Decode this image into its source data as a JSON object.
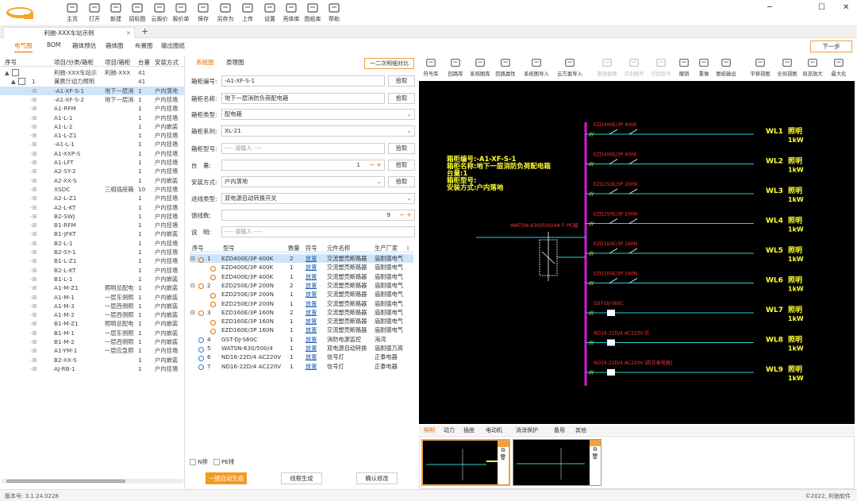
{
  "toolbar": {
    "items": [
      {
        "label": "主页",
        "icon": "home-icon"
      },
      {
        "label": "打开",
        "icon": "folder-open-icon"
      },
      {
        "label": "新建",
        "icon": "new-file-icon"
      },
      {
        "label": "招标图",
        "icon": "bid-drawing-icon"
      },
      {
        "label": "云报价",
        "icon": "cloud-quote-icon"
      },
      {
        "label": "报价单",
        "icon": "quote-sheet-icon"
      },
      {
        "label": "保存",
        "icon": "save-icon"
      },
      {
        "label": "另存为",
        "icon": "save-as-icon"
      },
      {
        "label": "上传",
        "icon": "upload-icon"
      },
      {
        "label": "设置",
        "icon": "gear-icon"
      },
      {
        "label": "壳体库",
        "icon": "shell-library-icon"
      },
      {
        "label": "图纸库",
        "icon": "drawing-library-icon"
      },
      {
        "label": "帮助",
        "icon": "help-icon"
      }
    ]
  },
  "tabs": {
    "doc": "利驰-XXX车站示例",
    "close": "×",
    "add": "+"
  },
  "subtabs": [
    "电气图",
    "BOM",
    "箱体预估",
    "箱体图",
    "布置图",
    "输出图纸"
  ],
  "next_button": "下一步",
  "tree": {
    "headers": [
      "序号",
      "项目/分类/箱柜",
      "项目/箱柜",
      "台量",
      "安装方式"
    ],
    "rows": [
      {
        "glyph": "▲",
        "name": "",
        "desc": "利驰-XXX车站示",
        "desc2": "利驰-XXX",
        "qty": "41",
        "mode": ""
      },
      {
        "glyph": "▲",
        "name": "1",
        "desc": "兼票厅动力照明",
        "desc2": "",
        "qty": "41",
        "mode": ""
      },
      {
        "glyph": "",
        "name": "-A1-XF-S-1",
        "desc": "",
        "desc2": "地下一层消",
        "qty": "1",
        "mode": "户内落地"
      },
      {
        "glyph": "",
        "name": "-A1-XF-S-2",
        "desc": "",
        "desc2": "地下一层消",
        "qty": "1",
        "mode": "户内挂墙"
      },
      {
        "glyph": "",
        "name": "A1-RFM",
        "desc": "",
        "desc2": "",
        "qty": "1",
        "mode": "户内挂墙"
      },
      {
        "glyph": "",
        "name": "A1-L-1",
        "desc": "",
        "desc2": "",
        "qty": "1",
        "mode": "户内挂墙"
      },
      {
        "glyph": "",
        "name": "A1-L-2",
        "desc": "",
        "desc2": "",
        "qty": "1",
        "mode": "户内嵌装"
      },
      {
        "glyph": "",
        "name": "A1-L-Z1",
        "desc": "",
        "desc2": "",
        "qty": "1",
        "mode": "户内挂墙"
      },
      {
        "glyph": "",
        "name": "-A1-L-1",
        "desc": "",
        "desc2": "",
        "qty": "1",
        "mode": "户内挂墙"
      },
      {
        "glyph": "",
        "name": "A1-XXP-S",
        "desc": "",
        "desc2": "",
        "qty": "1",
        "mode": "户内挂墙"
      },
      {
        "glyph": "",
        "name": "A1-LFT",
        "desc": "",
        "desc2": "",
        "qty": "1",
        "mode": "户内挂墙"
      },
      {
        "glyph": "",
        "name": "A2-SY-2",
        "desc": "",
        "desc2": "",
        "qty": "1",
        "mode": "户内挂墙"
      },
      {
        "glyph": "",
        "name": "A2-XX-S",
        "desc": "",
        "desc2": "",
        "qty": "1",
        "mode": "户内嵌装"
      },
      {
        "glyph": "",
        "name": "XSDC",
        "desc": "",
        "desc2": "三相插座箱",
        "qty": "10",
        "mode": "户内挂墙"
      },
      {
        "glyph": "",
        "name": "A2-L-Z1",
        "desc": "",
        "desc2": "",
        "qty": "1",
        "mode": "户内挂墙"
      },
      {
        "glyph": "",
        "name": "A2-L-KT",
        "desc": "",
        "desc2": "",
        "qty": "1",
        "mode": "户内挂墙"
      },
      {
        "glyph": "",
        "name": "B2-SWJ",
        "desc": "",
        "desc2": "",
        "qty": "1",
        "mode": "户内挂墙"
      },
      {
        "glyph": "",
        "name": "B1-RFM",
        "desc": "",
        "desc2": "",
        "qty": "1",
        "mode": "户内挂墙"
      },
      {
        "glyph": "",
        "name": "B1-JFKT",
        "desc": "",
        "desc2": "",
        "qty": "1",
        "mode": "户内嵌装"
      },
      {
        "glyph": "",
        "name": "B2-L-1",
        "desc": "",
        "desc2": "",
        "qty": "1",
        "mode": "户内挂墙"
      },
      {
        "glyph": "",
        "name": "B2-SY-1",
        "desc": "",
        "desc2": "",
        "qty": "1",
        "mode": "户内挂墙"
      },
      {
        "glyph": "",
        "name": "B1-L-Z1",
        "desc": "",
        "desc2": "",
        "qty": "1",
        "mode": "户内挂墙"
      },
      {
        "glyph": "",
        "name": "B2-L-KT",
        "desc": "",
        "desc2": "",
        "qty": "1",
        "mode": "户内挂墙"
      },
      {
        "glyph": "",
        "name": "B1-L-1",
        "desc": "",
        "desc2": "",
        "qty": "1",
        "mode": "户内嵌装"
      },
      {
        "glyph": "",
        "name": "A1-M-Z1",
        "desc": "",
        "desc2": "照明总配电",
        "qty": "1",
        "mode": "户内嵌装"
      },
      {
        "glyph": "",
        "name": "A1-M-1",
        "desc": "",
        "desc2": "一层东侧照",
        "qty": "1",
        "mode": "户内嵌装"
      },
      {
        "glyph": "",
        "name": "A1-M-3",
        "desc": "",
        "desc2": "一层西侧照",
        "qty": "1",
        "mode": "户内嵌装"
      },
      {
        "glyph": "",
        "name": "A1-M-2",
        "desc": "",
        "desc2": "一层西侧照",
        "qty": "1",
        "mode": "户内嵌装"
      },
      {
        "glyph": "",
        "name": "B1-M-Z1",
        "desc": "",
        "desc2": "照明总配电",
        "qty": "1",
        "mode": "户内嵌装"
      },
      {
        "glyph": "",
        "name": "B1-M-1",
        "desc": "",
        "desc2": "一层东侧照",
        "qty": "1",
        "mode": "户内嵌装"
      },
      {
        "glyph": "",
        "name": "B1-M-2",
        "desc": "",
        "desc2": "一层西侧照",
        "qty": "1",
        "mode": "户内嵌装"
      },
      {
        "glyph": "",
        "name": "A1-YM-1",
        "desc": "",
        "desc2": "一层应急照",
        "qty": "1",
        "mode": "户内挂墙"
      },
      {
        "glyph": "",
        "name": "B2-XX-S",
        "desc": "",
        "desc2": "",
        "qty": "1",
        "mode": "户内嵌装"
      },
      {
        "glyph": "",
        "name": "AJ-RB-1",
        "desc": "",
        "desc2": "",
        "qty": "1",
        "mode": "户内挂墙"
      }
    ]
  },
  "mid": {
    "tabs": [
      "系统图",
      "原理图"
    ],
    "compare": "一二次明细对比",
    "fields": [
      {
        "label": "箱柜编号:",
        "value": "-A1-XF-S-1",
        "btn": "拾取",
        "kind": "text"
      },
      {
        "label": "箱柜名称:",
        "value": "地下一层消防负荷配电箱",
        "btn": "拾取",
        "kind": "text"
      },
      {
        "label": "箱柜类型:",
        "value": "配电箱",
        "btn": "",
        "kind": "select"
      },
      {
        "label": "箱柜系列:",
        "value": "XL-21",
        "btn": "",
        "kind": "select"
      },
      {
        "label": "箱柜型号:",
        "value": "---- 请输入 ----",
        "btn": "拾取",
        "kind": "placeholder"
      },
      {
        "label": "台　量:",
        "value": "1",
        "btn": "拾取",
        "kind": "stepper"
      },
      {
        "label": "安装方式:",
        "value": "户内落地",
        "btn": "拾取",
        "kind": "select"
      },
      {
        "label": "进线类型:",
        "value": "双电源自动转换开关",
        "btn": "",
        "kind": "select"
      },
      {
        "label": "馈线数:",
        "value": "9",
        "btn": "",
        "kind": "stepper"
      },
      {
        "label": "说　明:",
        "value": "---- 请输入 ----",
        "btn": "",
        "kind": "placeholder"
      }
    ],
    "table": {
      "headers": [
        "序号",
        "型号",
        "数量",
        "符号",
        "元件名称",
        "生产厂家",
        "ⅰ"
      ],
      "rows": [
        {
          "idx": "1",
          "group": true,
          "model": "EZD400E/3P 400K",
          "qty": "2",
          "sym": "放置",
          "name": "交流塑壳断路器",
          "maker": "庙耐德电气",
          "sel": true
        },
        {
          "idx": "",
          "group": false,
          "model": "EZD400E/3P 400K",
          "qty": "1",
          "sym": "放置",
          "name": "交流塑壳断路器",
          "maker": "庙耐德电气",
          "sel": false
        },
        {
          "idx": "",
          "group": false,
          "model": "EZD400E/3P 400K",
          "qty": "1",
          "sym": "放置",
          "name": "交流塑壳断路器",
          "maker": "庙耐德电气",
          "sel": false
        },
        {
          "idx": "2",
          "group": true,
          "model": "EZD250E/3P 200N",
          "qty": "2",
          "sym": "放置",
          "name": "交流塑壳断路器",
          "maker": "庙耐德电气",
          "sel": false
        },
        {
          "idx": "",
          "group": false,
          "model": "EZD250E/3P 200N",
          "qty": "1",
          "sym": "放置",
          "name": "交流塑壳断路器",
          "maker": "庙耐德电气",
          "sel": false
        },
        {
          "idx": "",
          "group": false,
          "model": "EZD250E/3P 200N",
          "qty": "1",
          "sym": "放置",
          "name": "交流塑壳断路器",
          "maker": "庙耐德电气",
          "sel": false
        },
        {
          "idx": "3",
          "group": true,
          "model": "EZD160E/3P 160N",
          "qty": "2",
          "sym": "放置",
          "name": "交流塑壳断路器",
          "maker": "庙耐德电气",
          "sel": false
        },
        {
          "idx": "",
          "group": false,
          "model": "EZD160E/3P 160N",
          "qty": "1",
          "sym": "放置",
          "name": "交流塑壳断路器",
          "maker": "庙耐德电气",
          "sel": false
        },
        {
          "idx": "",
          "group": false,
          "model": "EZD160E/3P 160N",
          "qty": "1",
          "sym": "放置",
          "name": "交流塑壳断路器",
          "maker": "庙耐德电气",
          "sel": false
        },
        {
          "idx": "4",
          "group": true,
          "model": "GST-DJ-S60C",
          "qty": "1",
          "sym": "放置",
          "name": "消防电源监控",
          "maker": "海湾",
          "sel": false
        },
        {
          "idx": "5",
          "group": true,
          "model": "WATSN-630/500/4",
          "qty": "1",
          "sym": "放置",
          "name": "双电源自动转换",
          "maker": "庙耐德万高",
          "sel": false
        },
        {
          "idx": "6",
          "group": true,
          "model": "ND16-22D/4 AC220V",
          "qty": "1",
          "sym": "放置",
          "name": "信号灯",
          "maker": "正泰电器",
          "sel": false
        },
        {
          "idx": "7",
          "group": true,
          "model": "ND16-22D/4 AC220V",
          "qty": "1",
          "sym": "放置",
          "name": "信号灯",
          "maker": "正泰电器",
          "sel": false
        }
      ]
    },
    "checks": [
      "N排",
      "PE排"
    ],
    "buttons": [
      "一键自动生成",
      "线框生成",
      "确认修改"
    ]
  },
  "right_toolbar": [
    {
      "label": "符号库",
      "icon": "symbol-library-icon",
      "dis": false
    },
    {
      "label": "回路库",
      "icon": "circuit-library-icon",
      "dis": false
    },
    {
      "label": "系统图库",
      "icon": "system-library-icon",
      "dis": false
    },
    {
      "label": "回路属性",
      "icon": "circuit-property-icon",
      "dis": false
    },
    {
      "label": "系统图导入",
      "icon": "import-icon",
      "dis": false
    },
    {
      "label": "云方案导入",
      "icon": "cloud-import-icon",
      "dis": false
    },
    {
      "label": "查找替换",
      "icon": "find-replace-icon",
      "dis": true
    },
    {
      "label": "识别图号",
      "icon": "recognize-icon",
      "dis": true
    },
    {
      "label": "识别型号",
      "icon": "recognize-model-icon",
      "dis": true
    },
    {
      "label": "撤销",
      "icon": "undo-icon",
      "dis": false
    },
    {
      "label": "重做",
      "icon": "redo-icon",
      "dis": false
    },
    {
      "label": "图纸输出",
      "icon": "print-icon",
      "dis": false
    },
    {
      "label": "平移视图",
      "icon": "pan-icon",
      "dis": false
    },
    {
      "label": "全局视图",
      "icon": "zoom-all-icon",
      "dis": false
    },
    {
      "label": "局部放大",
      "icon": "zoom-in-icon",
      "dis": false
    },
    {
      "label": "最大化",
      "icon": "maximize-icon",
      "dis": false
    }
  ],
  "diagram": {
    "info": [
      "箱柜编号:-A1-XF-S-1",
      "箱柜名称:地下一层消防负荷配电箱",
      "台量:1",
      "箱柜型号:",
      "安装方式:户内落地"
    ],
    "ats_label": "WATSN-630/500/4A F PC级",
    "feeders": [
      {
        "label": "EZD400E/3P 400K",
        "wl": "WL1",
        "use": "照明",
        "kw": "1kW"
      },
      {
        "label": "EZD400E/3P 400K",
        "wl": "WL2",
        "use": "照明",
        "kw": "1kW"
      },
      {
        "label": "EZD250E/3P 200N",
        "wl": "WL3",
        "use": "照明",
        "kw": "1kW"
      },
      {
        "label": "EZD250E/3P 200N",
        "wl": "WL4",
        "use": "照明",
        "kw": "1kW"
      },
      {
        "label": "EZD160E/3P 160N",
        "wl": "WL5",
        "use": "照明",
        "kw": "1kW"
      },
      {
        "label": "EZD160E/3P 160N",
        "wl": "WL6",
        "use": "照明",
        "kw": "1kW"
      },
      {
        "label": "GST-DJ-S60C",
        "wl": "WL7",
        "use": "照明",
        "kw": "1kW"
      },
      {
        "label": "ND16-22D/4 AC220V 红",
        "wl": "WL8",
        "use": "照明",
        "kw": "1kW"
      },
      {
        "label": "ND16-22D/4 AC220V 绿[正泰电器]",
        "wl": "WL9",
        "use": "照明",
        "kw": "1kW"
      }
    ]
  },
  "bottom_tabs": [
    "照明",
    "动力",
    "插座",
    "电动机",
    "消消保护",
    "备用",
    "其他"
  ],
  "status": {
    "version": "版本号: 3.1.24.0228",
    "copyright": "©2022, 利驰软件"
  },
  "colors": {
    "accent": "#e56b00",
    "busbar": "#d21bd2",
    "wire": "#22d3d3",
    "text": "#ffff33",
    "label": "#ff3333"
  }
}
